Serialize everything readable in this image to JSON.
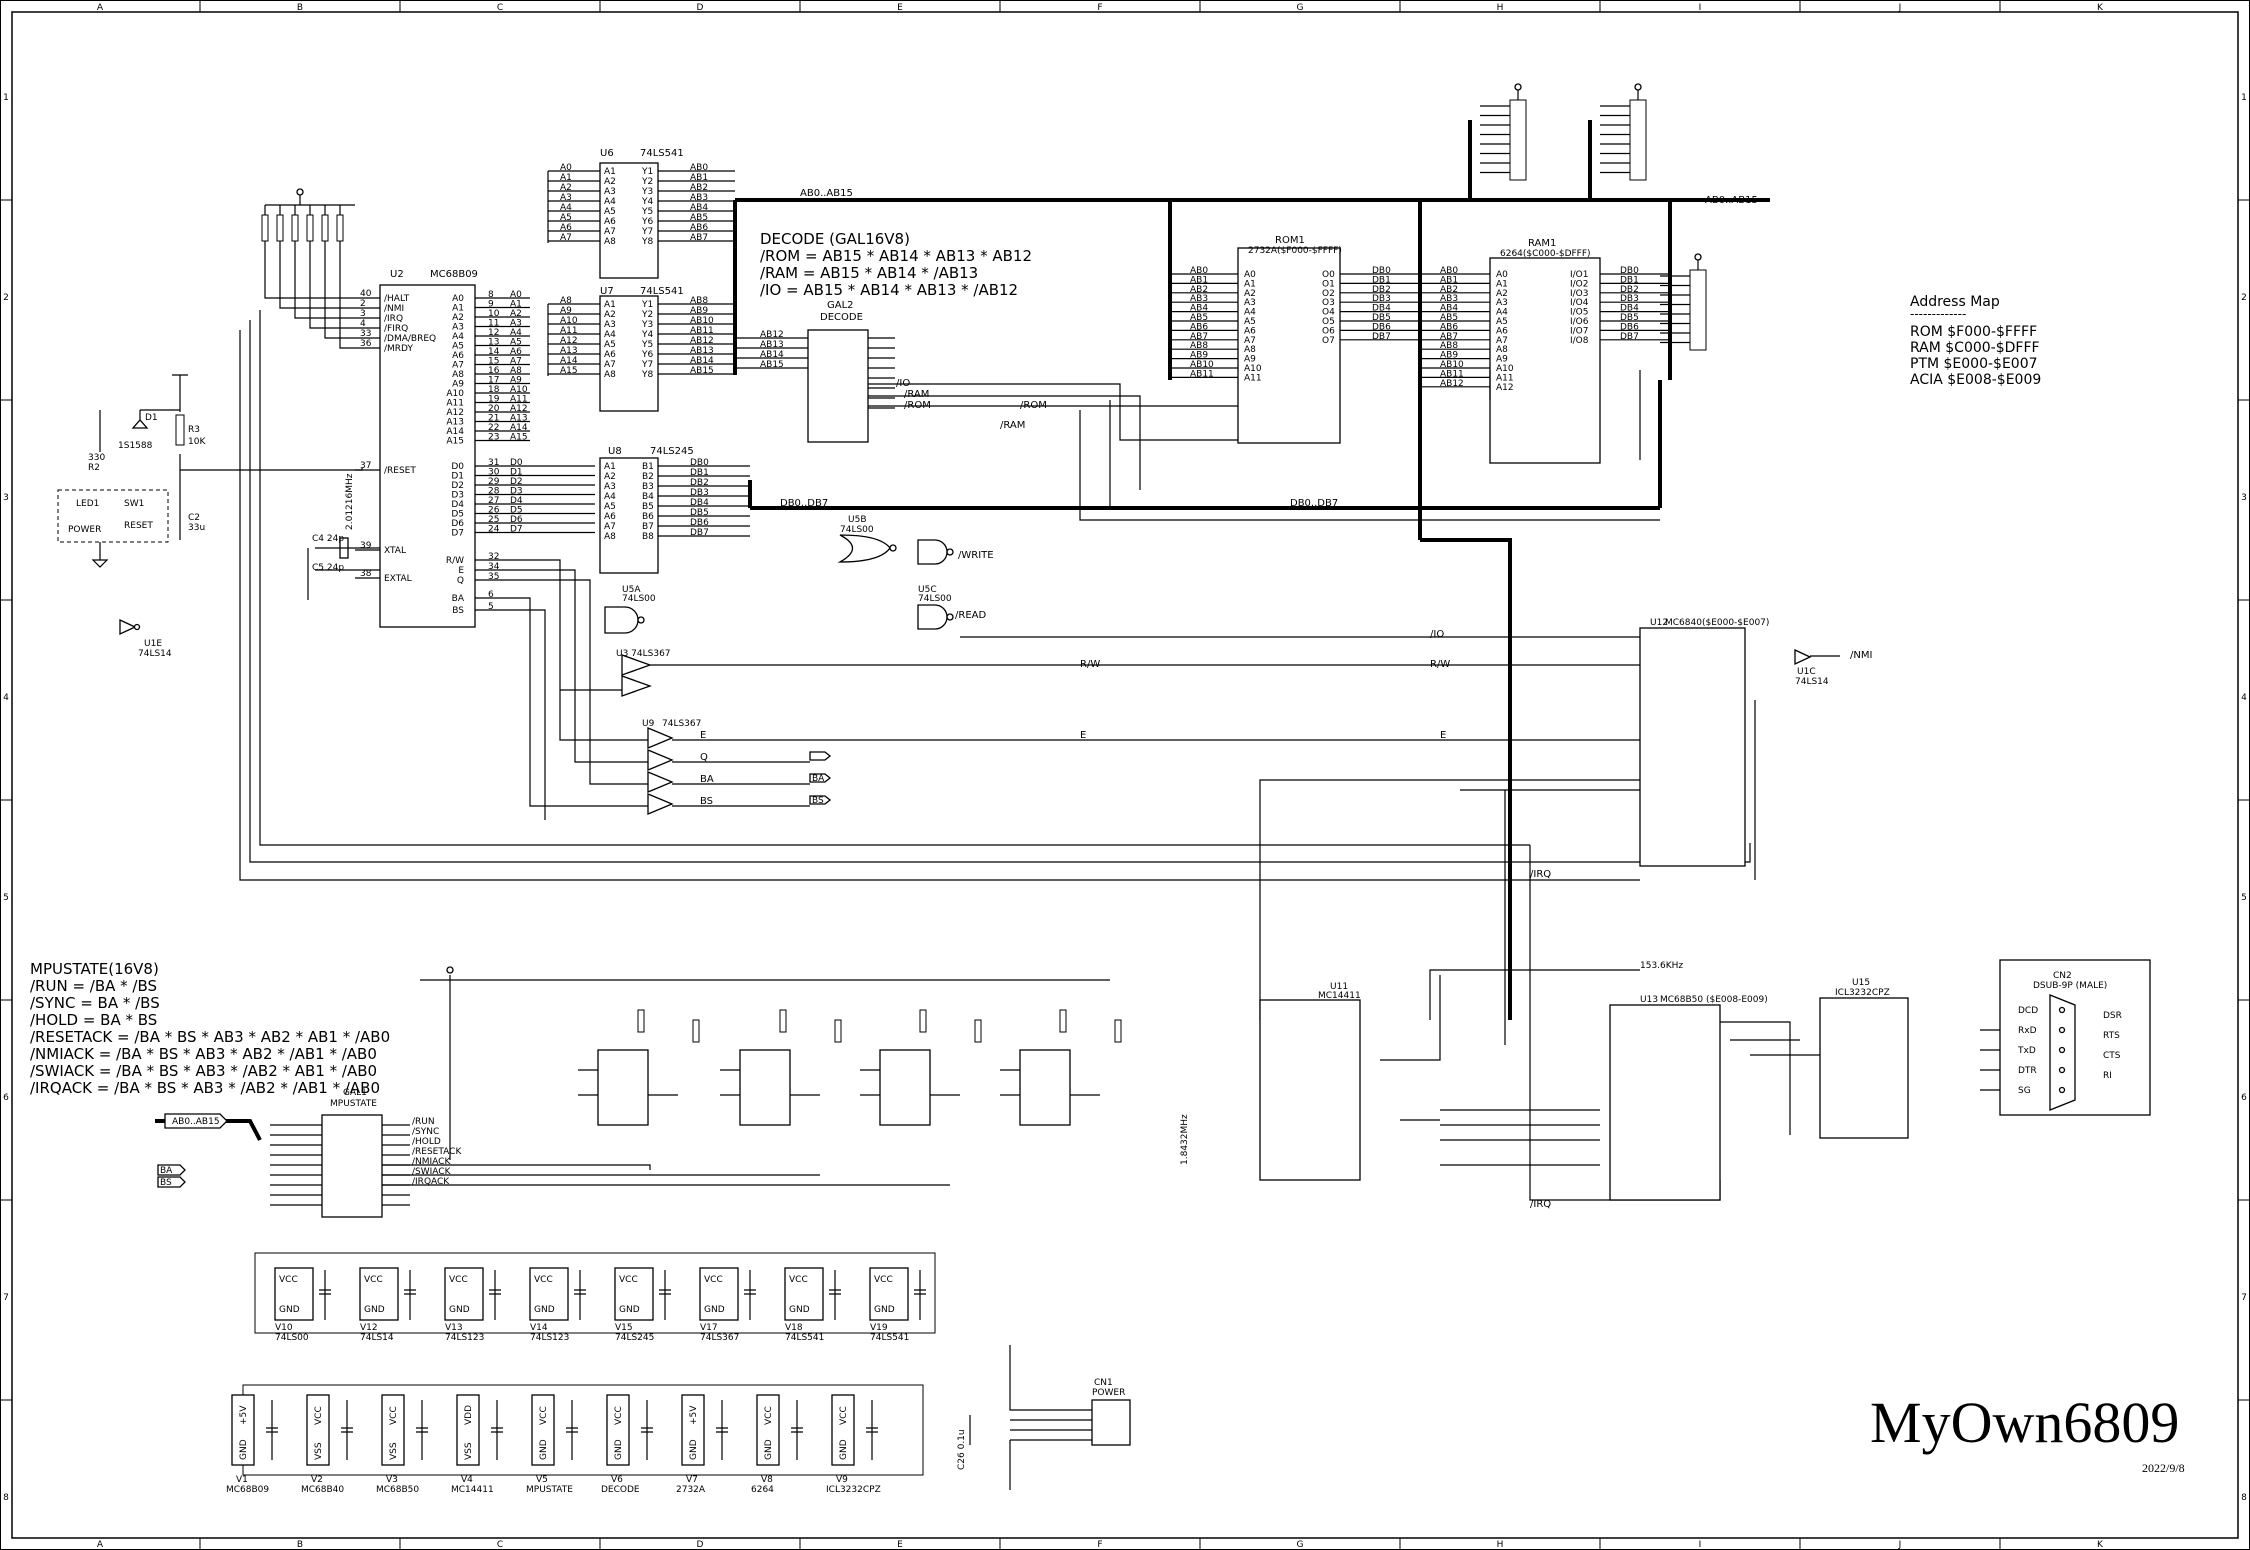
{
  "border": {
    "cols": [
      "A",
      "B",
      "C",
      "D",
      "E",
      "F",
      "G",
      "H",
      "I",
      "J",
      "K"
    ],
    "rows": [
      "1",
      "2",
      "3",
      "4",
      "5",
      "6",
      "7",
      "8"
    ]
  },
  "decode_text": {
    "title": "DECODE (GAL16V8)",
    "lines": [
      "/ROM = AB15 * AB14 * AB13 * AB12",
      "/RAM = AB15 * AB14 * /AB13",
      "/IO  =  AB15 * AB14 * AB13 * /AB12"
    ]
  },
  "mpustate_text": {
    "title": "MPUSTATE(16V8)",
    "lines": [
      "/RUN = /BA * /BS",
      "/SYNC = BA * /BS",
      "/HOLD = BA * BS",
      "/RESETACK = /BA * BS * AB3 * AB2 * AB1 * /AB0",
      "/NMIACK = /BA * BS * AB3 * AB2 * /AB1 * /AB0",
      "/SWIACK = /BA * BS * AB3 * /AB2 * AB1 * /AB0",
      "/IRQACK = /BA * BS * AB3 * /AB2 * /AB1 * /AB0"
    ]
  },
  "address_map": {
    "title": "Address Map",
    "rule": "-------------",
    "lines": [
      "ROM $F000-$FFFF",
      "RAM $C000-$DFFF",
      "PTM $E000-$E007",
      "ACIA $E008-$E009"
    ]
  },
  "title_block": {
    "title": "MyOwn6809",
    "date": "2022/9/8"
  },
  "components": {
    "u2": {
      "ref": "U2",
      "part": "MC68B09",
      "left": [
        "/HALT",
        "/NMI",
        "/IRQ",
        "/FIRQ",
        "/DMA/BREQ",
        "/MRDY",
        "/RESET",
        "XTAL",
        "EXTAL"
      ],
      "left_nums": [
        "40",
        "2",
        "3",
        "4",
        "33",
        "36",
        "37",
        "39",
        "38"
      ],
      "right_a": [
        "A0",
        "A1",
        "A2",
        "A3",
        "A4",
        "A5",
        "A6",
        "A7",
        "A8",
        "A9",
        "A10",
        "A11",
        "A12",
        "A13",
        "A14",
        "A15"
      ],
      "right_a_nums": [
        "8",
        "9",
        "10",
        "11",
        "12",
        "13",
        "14",
        "15",
        "16",
        "17",
        "18",
        "19",
        "20",
        "21",
        "22",
        "23"
      ],
      "right_d": [
        "D0",
        "D1",
        "D2",
        "D3",
        "D4",
        "D5",
        "D6",
        "D7"
      ],
      "right_d_nums": [
        "31",
        "30",
        "29",
        "28",
        "27",
        "26",
        "25",
        "24"
      ],
      "right_ctl": [
        "R/W",
        "E",
        "Q",
        "BA",
        "BS"
      ],
      "right_ctl_nums": [
        "32",
        "34",
        "35",
        "6",
        "5"
      ]
    },
    "u6": {
      "ref": "U6",
      "part": "74LS541"
    },
    "u7": {
      "ref": "U7",
      "part": "74LS541"
    },
    "u8": {
      "ref": "U8",
      "part": "74LS245"
    },
    "gal2": {
      "ref": "GAL2",
      "part": "DECODE"
    },
    "rom1": {
      "ref": "ROM1",
      "part": "2732A($F000-$FFFF)"
    },
    "ram1": {
      "ref": "RAM1",
      "part": "6264($C000-$DFFF)"
    },
    "u12": {
      "ref": "U12",
      "part": "MC6840($E000-$E007)"
    },
    "u13": {
      "ref": "U13",
      "part": "MC68B50 ($E008-E009)"
    },
    "u11": {
      "ref": "U11",
      "part": "MC14411"
    },
    "u15": {
      "ref": "U15",
      "part": "ICL3232CPZ"
    },
    "cn2": {
      "ref": "CN2",
      "part": "DSUB-9P (MALE)",
      "pins": [
        "DCD",
        "RxD",
        "TxD",
        "DTR",
        "SG"
      ],
      "sig": [
        "DSR",
        "RTS",
        "CTS",
        "RI"
      ]
    },
    "cn1": {
      "ref": "CN1",
      "part": "POWER"
    },
    "gal1": {
      "ref": "GAL1",
      "part": "MPUSTATE"
    }
  },
  "bus_labels": {
    "ab_top": "AB0..AB15",
    "ab_right": "AB0..AB15",
    "db": "DB0..DB7",
    "db2": "DB0..DB7",
    "ab_gal1": "AB0..AB15"
  },
  "signals": {
    "rom": "/ROM",
    "ram": "/RAM",
    "io": "/IO",
    "write": "/WRITE",
    "read": "/READ",
    "rw": "R/W",
    "e": "E",
    "irq": "/IRQ",
    "nmi": "/NMI",
    "q": "Q",
    "ba": "BA",
    "bs": "BS"
  },
  "clock": {
    "crystal": "2.01216MHz",
    "baud": "153.6KHz",
    "x2": "1.8432MHz"
  },
  "misc_labels": {
    "led1": "LED1",
    "power": "POWER",
    "reset": "RESET",
    "sw1": "SW1",
    "d1": "D1",
    "d1_part": "1S1588",
    "r3": "R3",
    "r3_val": "10K",
    "c2": "C2",
    "c2_val": "33u",
    "r2": "R2",
    "r2_val": "330"
  },
  "bypass": [
    {
      "ref": "V10",
      "part": "74LS00"
    },
    {
      "ref": "V12",
      "part": "74LS14"
    },
    {
      "ref": "V13",
      "part": "74LS123"
    },
    {
      "ref": "V14",
      "part": "74LS123"
    },
    {
      "ref": "V15",
      "part": "74LS245"
    },
    {
      "ref": "V17",
      "part": "74LS367"
    },
    {
      "ref": "V18",
      "part": "74LS541"
    },
    {
      "ref": "V19",
      "part": "74LS541"
    }
  ],
  "power_units": [
    {
      "ref": "V1",
      "part": "MC68B09",
      "top": "+5V",
      "bot": "GND"
    },
    {
      "ref": "V2",
      "part": "MC68B40",
      "top": "VCC",
      "bot": "VSS"
    },
    {
      "ref": "V3",
      "part": "MC68B50",
      "top": "VCC",
      "bot": "VSS"
    },
    {
      "ref": "V4",
      "part": "MC14411",
      "top": "VDD",
      "bot": "VSS"
    },
    {
      "ref": "V5",
      "part": "MPUSTATE",
      "top": "VCC",
      "bot": "GND"
    },
    {
      "ref": "V6",
      "part": "DECODE",
      "top": "VCC",
      "bot": "GND"
    },
    {
      "ref": "V7",
      "part": "2732A",
      "top": "+5V",
      "bot": "GND"
    },
    {
      "ref": "V8",
      "part": "6264",
      "top": "VCC",
      "bot": "GND"
    },
    {
      "ref": "V9",
      "part": "ICL3232CPZ",
      "top": "VCC",
      "bot": "GND"
    }
  ]
}
